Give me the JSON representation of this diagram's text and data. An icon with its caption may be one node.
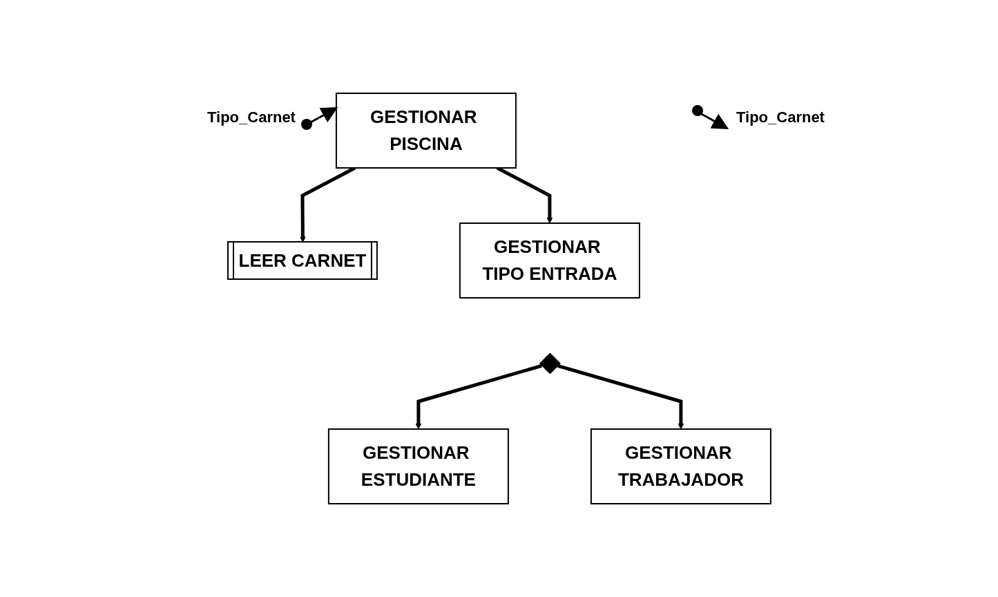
{
  "diagram": {
    "nodes": [
      {
        "text": [
          "GESTIONAR PISCINA"
        ]
      },
      {
        "text": [
          "LEER CARNET"
        ]
      },
      {
        "text": [
          "GESTIONAR TIPO ENTRADA"
        ]
      },
      {
        "text": [],
        "shape": "diamond"
      },
      {
        "text": [
          "GESTIONAR ESTUDIANTE"
        ]
      },
      {
        "text": [
          "GESTIONAR TRABAJADOR"
        ]
      }
    ],
    "edges": [
      {
        "from": 0,
        "to": 1,
        "arrow": "to"
      },
      {
        "from": 0,
        "to": 2,
        "arrow": "to"
      },
      {
        "from": 3,
        "to": 4,
        "arrow": "to"
      },
      {
        "from": 3,
        "to": 5,
        "arrow": "to"
      }
    ],
    "labels": [
      "Tipo_Carnet",
      "Tipo_Carnet"
    ]
  }
}
